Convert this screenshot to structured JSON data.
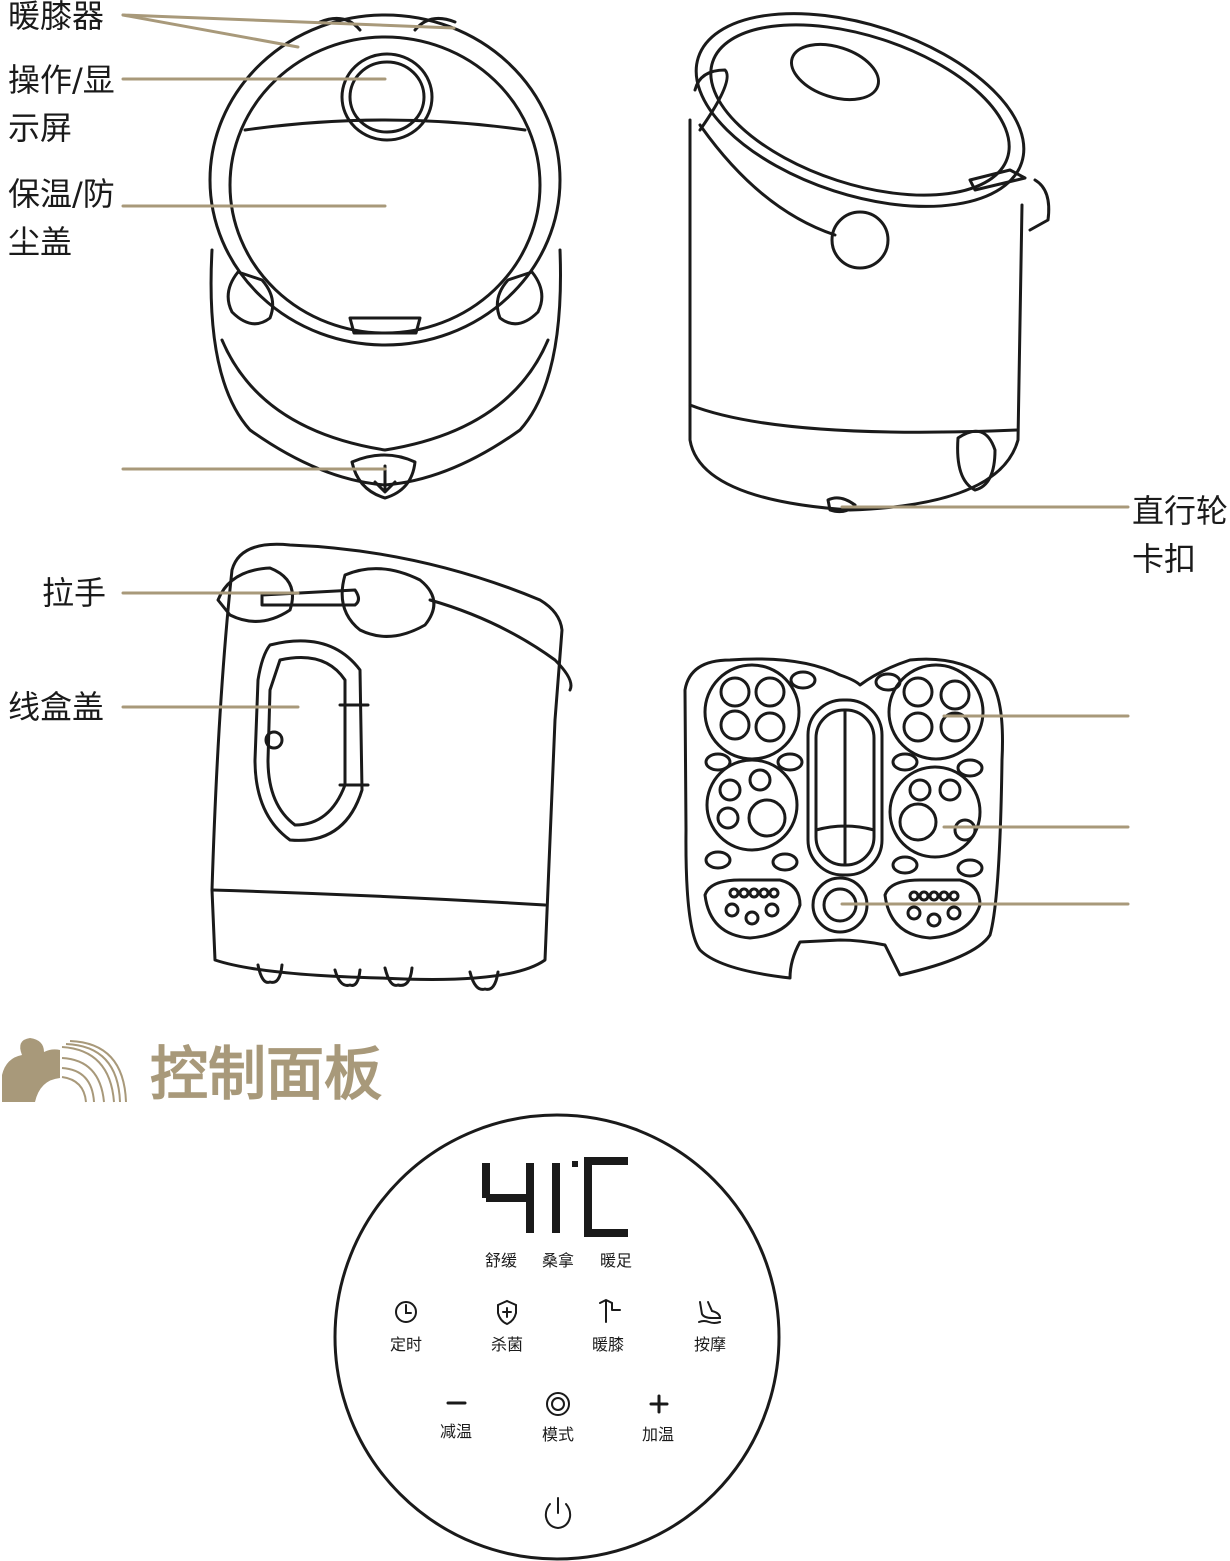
{
  "colors": {
    "leader": "#a8997a",
    "outline": "#1a1a1a",
    "accent": "#a8997a"
  },
  "labels": {
    "knee_warmer": "暖膝器",
    "display_line1": "操作/显",
    "display_line2": "示屏",
    "lid_line1": "保温/防",
    "lid_line2": "尘盖",
    "wheel_line1": "直行轮",
    "wheel_line2": "卡扣",
    "handle": "拉手",
    "cable_cover": "线盒盖"
  },
  "section": {
    "title": "控制面板"
  },
  "panel": {
    "temperature": "41",
    "unit": "°C",
    "modes": [
      "舒缓",
      "桑拿",
      "暖足"
    ],
    "buttons": [
      {
        "label": "定时",
        "icon": "clock-icon"
      },
      {
        "label": "杀菌",
        "icon": "shield-plus-icon"
      },
      {
        "label": "暖膝",
        "icon": "knee-icon"
      },
      {
        "label": "按摩",
        "icon": "foot-icon"
      }
    ],
    "controls": [
      {
        "label": "减温",
        "icon": "minus-icon"
      },
      {
        "label": "模式",
        "icon": "mode-icon"
      },
      {
        "label": "加温",
        "icon": "plus-icon"
      }
    ],
    "power_icon": "power-icon"
  }
}
